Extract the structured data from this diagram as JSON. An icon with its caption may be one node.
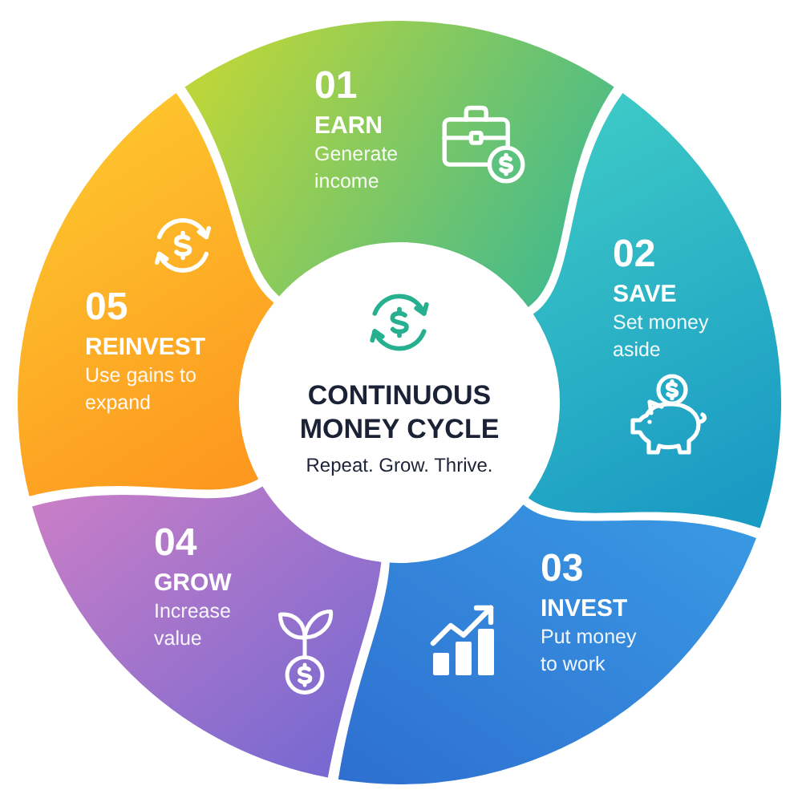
{
  "diagram": {
    "nodes": [
      {
        "text": [
          "CONTINUOUS MONEY CYCLE",
          "Repeat. Grow. Thrive."
        ]
      },
      {
        "text": [
          "01",
          "EARN",
          "Generate income"
        ]
      },
      {
        "text": [
          "02",
          "SAVE",
          "Set money aside"
        ]
      },
      {
        "text": [
          "03",
          "INVEST",
          "Put money to work"
        ]
      },
      {
        "text": [
          "04",
          "GROW",
          "Increase value"
        ]
      },
      {
        "text": [
          "05",
          "REINVEST",
          "Use gains to expand"
        ]
      }
    ]
  }
}
